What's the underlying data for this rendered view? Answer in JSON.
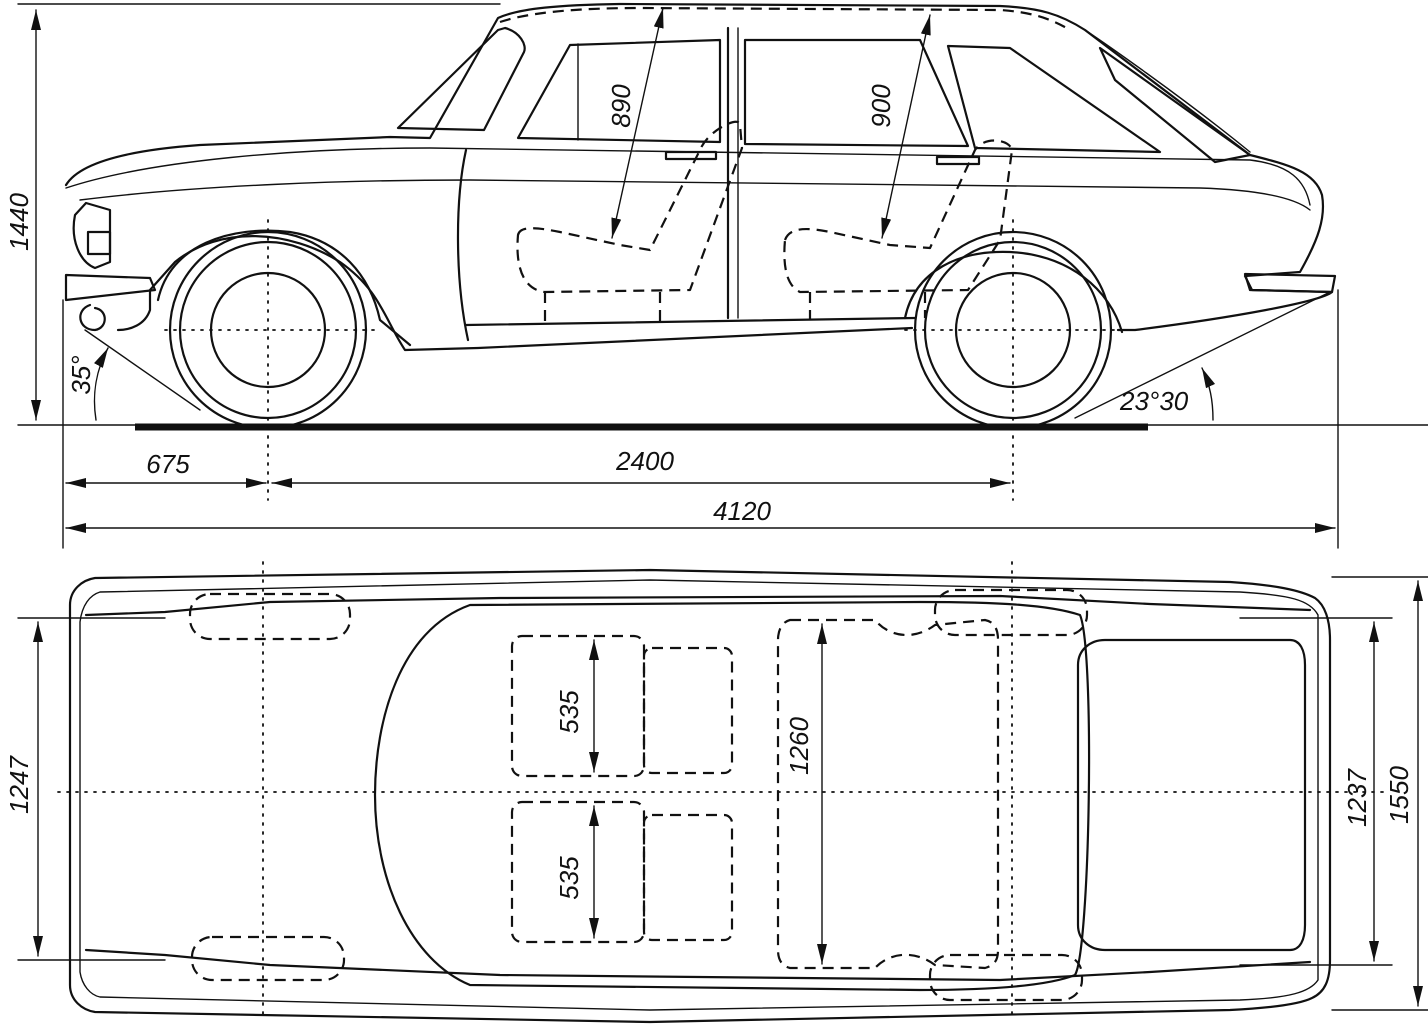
{
  "dimensions": {
    "height": "1440",
    "seat_height_front": "890",
    "seat_height_rear": "900",
    "approach_angle": "35°",
    "departure_angle": "23°30",
    "front_overhang": "675",
    "wheelbase": "2400",
    "overall_length": "4120",
    "front_track": "1247",
    "seat_width_left": "535",
    "seat_width_right": "535",
    "rear_seat_width": "1260",
    "rear_track": "1237",
    "overall_width": "1550"
  }
}
